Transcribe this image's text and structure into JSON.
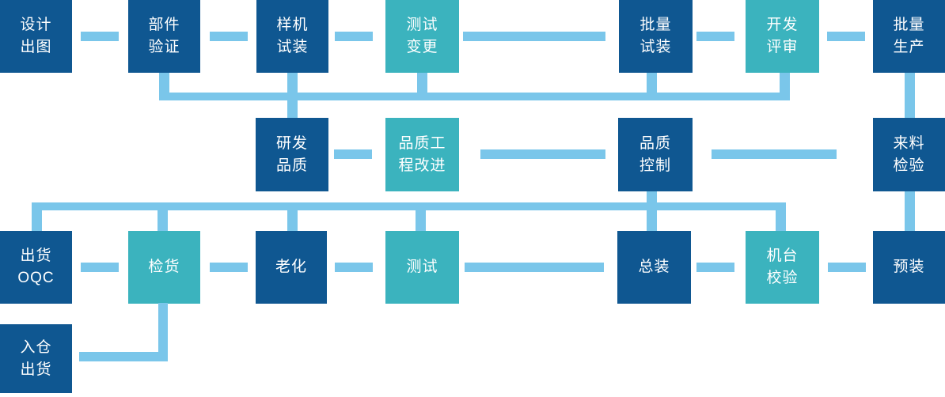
{
  "colors": {
    "box_dark": "#0F5791",
    "box_teal": "#3BB3BE",
    "connector": "#7AC6EA",
    "text": "#FFFFFF"
  },
  "nodes": {
    "design_drawing": "设计\n出图",
    "parts_verification": "部件\n验证",
    "prototype_assembly": "样机\n试装",
    "test_change": "测试\n变更",
    "batch_trial_assembly": "批量\n试装",
    "development_review": "开发\n评审",
    "mass_production": "批量\n生产",
    "rd_quality": "研发\n品质",
    "quality_engineering_improvement": "品质工\n程改进",
    "quality_control": "品质\n控制",
    "incoming_material_inspection": "来料\n检验",
    "shipment_oqc": "出货\nOQC",
    "goods_inspection": "检货",
    "aging": "老化",
    "testing": "测试",
    "final_assembly": "总装",
    "machine_calibration": "机台\n校验",
    "pre_assembly": "预装",
    "warehouse_in_out": "入仓\n出货"
  }
}
